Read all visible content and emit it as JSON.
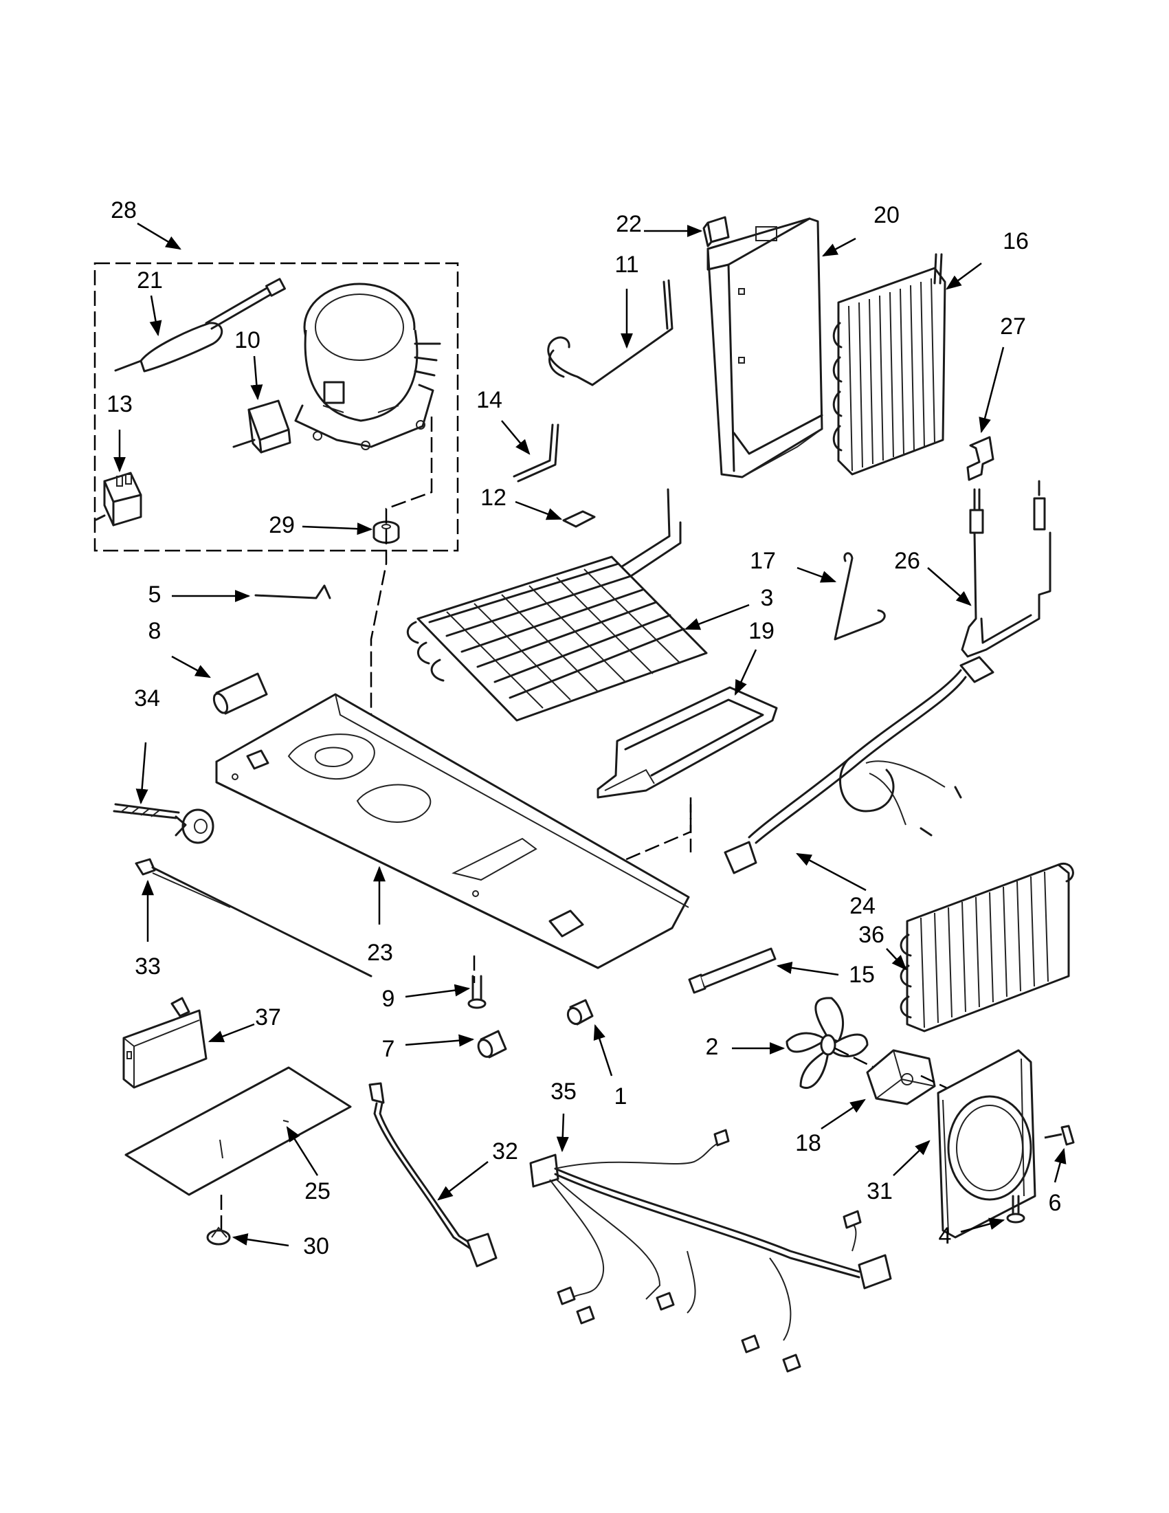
{
  "callouts": [
    {
      "id": "c28",
      "text": "28"
    },
    {
      "id": "c21",
      "text": "21"
    },
    {
      "id": "c10",
      "text": "10"
    },
    {
      "id": "c13",
      "text": "13"
    },
    {
      "id": "c29",
      "text": "29"
    },
    {
      "id": "c22",
      "text": "22"
    },
    {
      "id": "c11",
      "text": "11"
    },
    {
      "id": "c20",
      "text": "20"
    },
    {
      "id": "c16",
      "text": "16"
    },
    {
      "id": "c27",
      "text": "27"
    },
    {
      "id": "c14",
      "text": "14"
    },
    {
      "id": "c12",
      "text": "12"
    },
    {
      "id": "c17",
      "text": "17"
    },
    {
      "id": "c26",
      "text": "26"
    },
    {
      "id": "c3",
      "text": "3"
    },
    {
      "id": "c19",
      "text": "19"
    },
    {
      "id": "c5",
      "text": "5"
    },
    {
      "id": "c8",
      "text": "8"
    },
    {
      "id": "c34",
      "text": "34"
    },
    {
      "id": "c24",
      "text": "24"
    },
    {
      "id": "c36",
      "text": "36"
    },
    {
      "id": "c23",
      "text": "23"
    },
    {
      "id": "c33",
      "text": "33"
    },
    {
      "id": "c15",
      "text": "15"
    },
    {
      "id": "c9",
      "text": "9"
    },
    {
      "id": "c37",
      "text": "37"
    },
    {
      "id": "c7",
      "text": "7"
    },
    {
      "id": "c1",
      "text": "1"
    },
    {
      "id": "c2",
      "text": "2"
    },
    {
      "id": "c18",
      "text": "18"
    },
    {
      "id": "c35",
      "text": "35"
    },
    {
      "id": "c32",
      "text": "32"
    },
    {
      "id": "c31",
      "text": "31"
    },
    {
      "id": "c6",
      "text": "6"
    },
    {
      "id": "c25",
      "text": "25"
    },
    {
      "id": "c4",
      "text": "4"
    },
    {
      "id": "c30",
      "text": "30"
    }
  ]
}
